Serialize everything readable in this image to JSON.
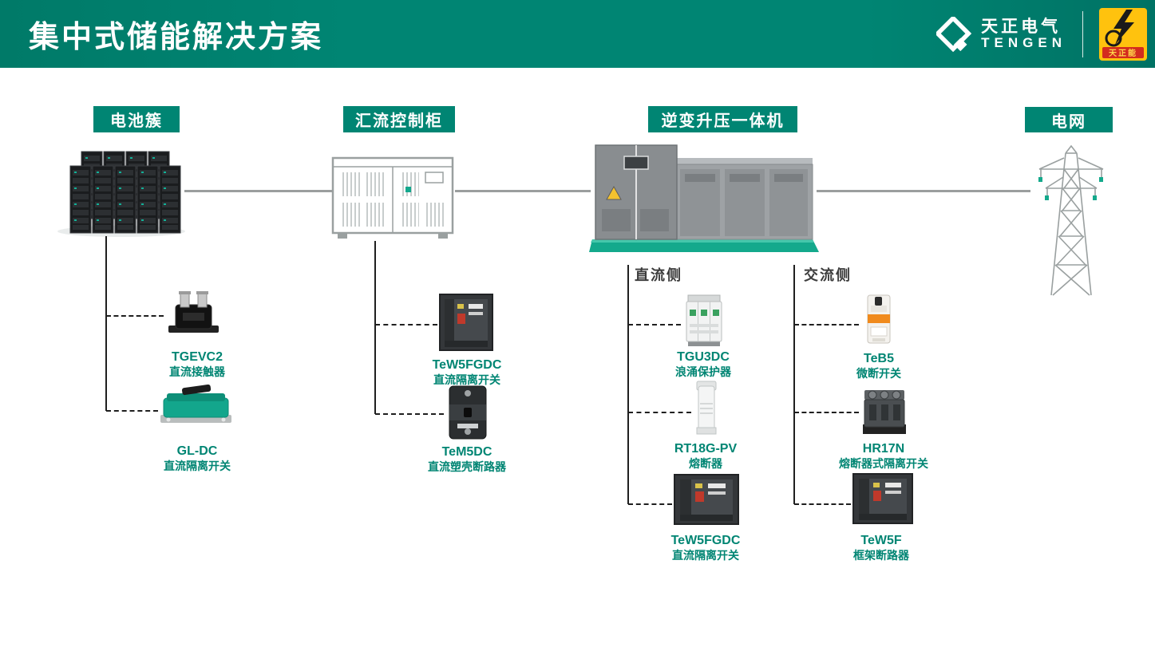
{
  "slide": {
    "title": "集中式储能解决方案"
  },
  "brand": {
    "company_cn": "天正电气",
    "company_en": "TENGEN",
    "mascot": "天正能"
  },
  "stations": [
    {
      "id": "battery",
      "label": "电池簇"
    },
    {
      "id": "combiner",
      "label": "汇流控制柜"
    },
    {
      "id": "inverter",
      "label": "逆变升压一体机"
    },
    {
      "id": "grid",
      "label": "电网"
    }
  ],
  "sides": {
    "dc": "直流侧",
    "ac": "交流侧"
  },
  "components": {
    "battery": [
      {
        "model": "TGEVC2",
        "desc": "直流接触器"
      },
      {
        "model": "GL-DC",
        "desc": "直流隔离开关"
      }
    ],
    "combiner": [
      {
        "model": "TeW5FGDC",
        "desc": "直流隔离开关"
      },
      {
        "model": "TeM5DC",
        "desc": "直流塑壳断路器"
      }
    ],
    "dc_side": [
      {
        "model": "TGU3DC",
        "desc": "浪涌保护器"
      },
      {
        "model": "RT18G-PV",
        "desc": "熔断器"
      },
      {
        "model": "TeW5FGDC",
        "desc": "直流隔离开关"
      }
    ],
    "ac_side": [
      {
        "model": "TeB5",
        "desc": "微断开关"
      },
      {
        "model": "HR17N",
        "desc": "熔断器式隔离开关"
      },
      {
        "model": "TeW5F",
        "desc": "框架断路器"
      }
    ]
  },
  "colors": {
    "accent": "#008573",
    "connector_gray": "#9b9e9e",
    "callout_black": "#1f1f1f",
    "badge_yellow": "#ffc20e",
    "badge_red": "#d42b1e"
  }
}
